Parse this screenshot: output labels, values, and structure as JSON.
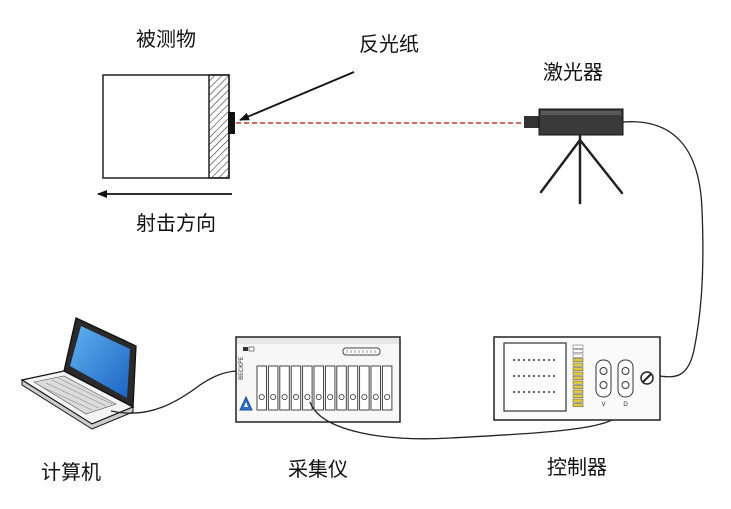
{
  "labels": {
    "object": "被测物",
    "reflective_paper": "反光纸",
    "laser": "激光器",
    "firing_direction": "射击方向",
    "computer": "计算机",
    "acquisition": "采集仪",
    "controller": "控制器"
  },
  "controller_knob_labels": {
    "left": "V",
    "right": "D"
  },
  "colors": {
    "laser_beam": "#c0392b",
    "screen": "#2a7fd4",
    "logo": "#2a73c9",
    "line": "#222222"
  }
}
